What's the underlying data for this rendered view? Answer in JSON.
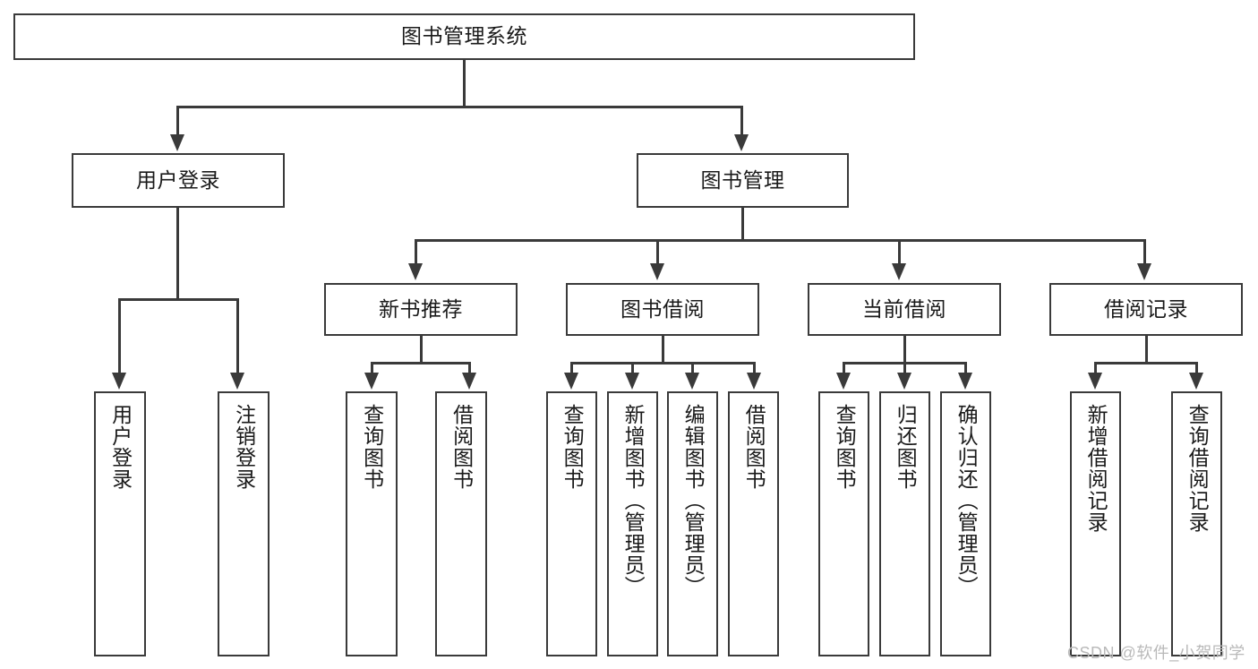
{
  "diagram": {
    "title": "图书管理系统",
    "root": {
      "label": "图书管理系统"
    },
    "level2": [
      {
        "label": "用户登录"
      },
      {
        "label": "图书管理"
      }
    ],
    "level3": [
      {
        "label": "新书推荐"
      },
      {
        "label": "图书借阅"
      },
      {
        "label": "当前借阅"
      },
      {
        "label": "借阅记录"
      }
    ],
    "leaves": {
      "user_login": [
        {
          "label": "用户登录"
        },
        {
          "label": "注销登录"
        }
      ],
      "new_book_recommend": [
        {
          "label": "查询图书"
        },
        {
          "label": "借阅图书"
        }
      ],
      "book_borrow": [
        {
          "label": "查询图书"
        },
        {
          "label": "新增图书（管理员）"
        },
        {
          "label": "编辑图书（管理员）"
        },
        {
          "label": "借阅图书"
        }
      ],
      "current_borrow": [
        {
          "label": "查询图书"
        },
        {
          "label": "归还图书"
        },
        {
          "label": "确认归还（管理员）"
        }
      ],
      "borrow_record": [
        {
          "label": "新增借阅记录"
        },
        {
          "label": "查询借阅记录"
        }
      ]
    }
  },
  "watermark": {
    "text": "CSDN @软件_小贺同学"
  },
  "colors": {
    "stroke": "#3a3a3a",
    "background": "#ffffff",
    "text": "#1a1a1a",
    "watermark": "#b9b9b9"
  }
}
